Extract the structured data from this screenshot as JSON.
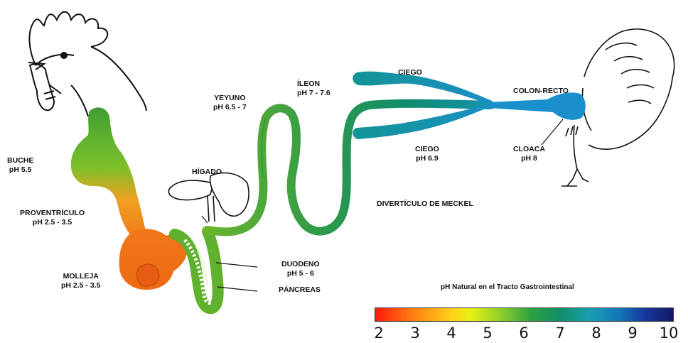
{
  "labels": {
    "buche": {
      "name": "BUCHE",
      "ph": "pH 5.5"
    },
    "proventriculo": {
      "name": "PROVENTRÍCULO",
      "ph": "pH 2.5 - 3.5"
    },
    "molleja": {
      "name": "MOLLEJA",
      "ph": "pH 2.5 - 3.5"
    },
    "higado": {
      "name": "HÍGADO"
    },
    "duodeno": {
      "name": "DUODENO",
      "ph": "pH 5 - 6"
    },
    "pancreas": {
      "name": "PÁNCREAS"
    },
    "yeyuno": {
      "name": "YEYUNO",
      "ph": "pH 6.5 - 7"
    },
    "ileon": {
      "name": "ÍLEON",
      "ph": "pH 7 - 7.6"
    },
    "ciego_top": {
      "name": "CIEGO"
    },
    "ciego_bottom": {
      "name": "CIEGO",
      "ph": "pH 6.9"
    },
    "colon": {
      "name": "COLON-RECTO"
    },
    "cloaca": {
      "name": "CLOACA",
      "ph": "pH 8"
    },
    "meckel": {
      "name": "DIVERTÍCULO DE MECKEL"
    }
  },
  "scale": {
    "title": "pH Natural en el Tracto Gastrointestinal",
    "ticks": [
      "2",
      "3",
      "4",
      "5",
      "6",
      "7",
      "8",
      "9",
      "10"
    ],
    "colors": {
      "low": "#ff1a0a",
      "mid": "#2fa33e",
      "high": "#141a66"
    }
  }
}
